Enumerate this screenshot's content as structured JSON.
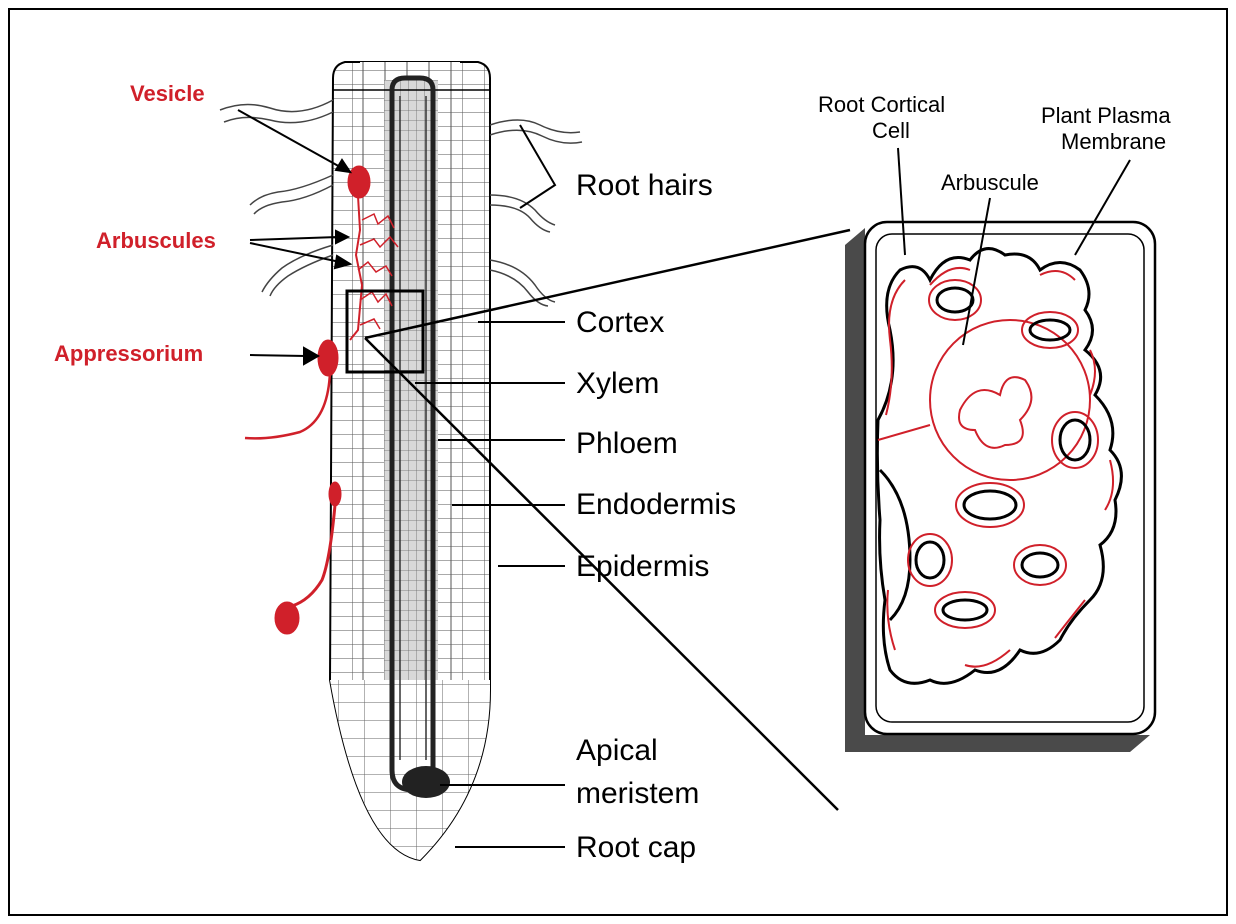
{
  "colors": {
    "fungus": "#d0202a",
    "outline": "#000000",
    "shadow": "#4a4a4a"
  },
  "labels": {
    "fungal": {
      "vesicle": "Vesicle",
      "arbuscules": "Arbuscules",
      "appressorium": "Appressorium"
    },
    "root": {
      "root_hairs": "Root hairs",
      "cortex": "Cortex",
      "xylem": "Xylem",
      "phloem": "Phloem",
      "endodermis": "Endodermis",
      "epidermis": "Epidermis",
      "apical": "Apical",
      "meristem": "meristem",
      "root_cap": "Root cap"
    },
    "cell": {
      "root_cortical": "Root Cortical",
      "cell": "Cell",
      "arbuscule": "Arbuscule",
      "plant_plasma": "Plant Plasma",
      "membrane": "Membrane"
    }
  }
}
